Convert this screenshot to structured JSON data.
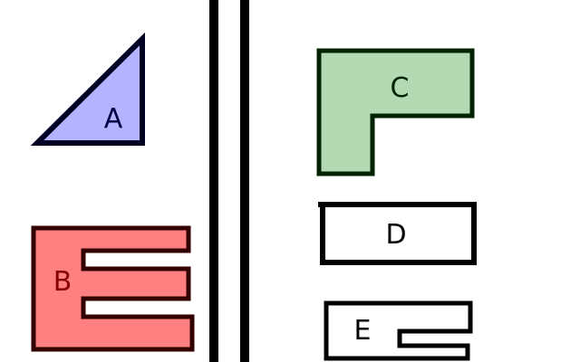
{
  "shapes": {
    "a": {
      "label": "A",
      "fill": "#b3b3ff",
      "stroke": "#000022",
      "text_color": "#000044"
    },
    "b": {
      "label": "B",
      "fill": "#ff8080",
      "stroke": "#330000",
      "text_color": "#880000"
    },
    "c": {
      "label": "C",
      "fill": "#b3d9b3",
      "stroke": "#002200",
      "text_color": "#002200"
    },
    "d": {
      "label": "D",
      "fill": "#ffffff",
      "stroke": "#000000",
      "text_color": "#000000"
    },
    "e": {
      "label": "E",
      "fill": "#ffffff",
      "stroke": "#000000",
      "text_color": "#000000"
    }
  },
  "divider_color": "#000000"
}
